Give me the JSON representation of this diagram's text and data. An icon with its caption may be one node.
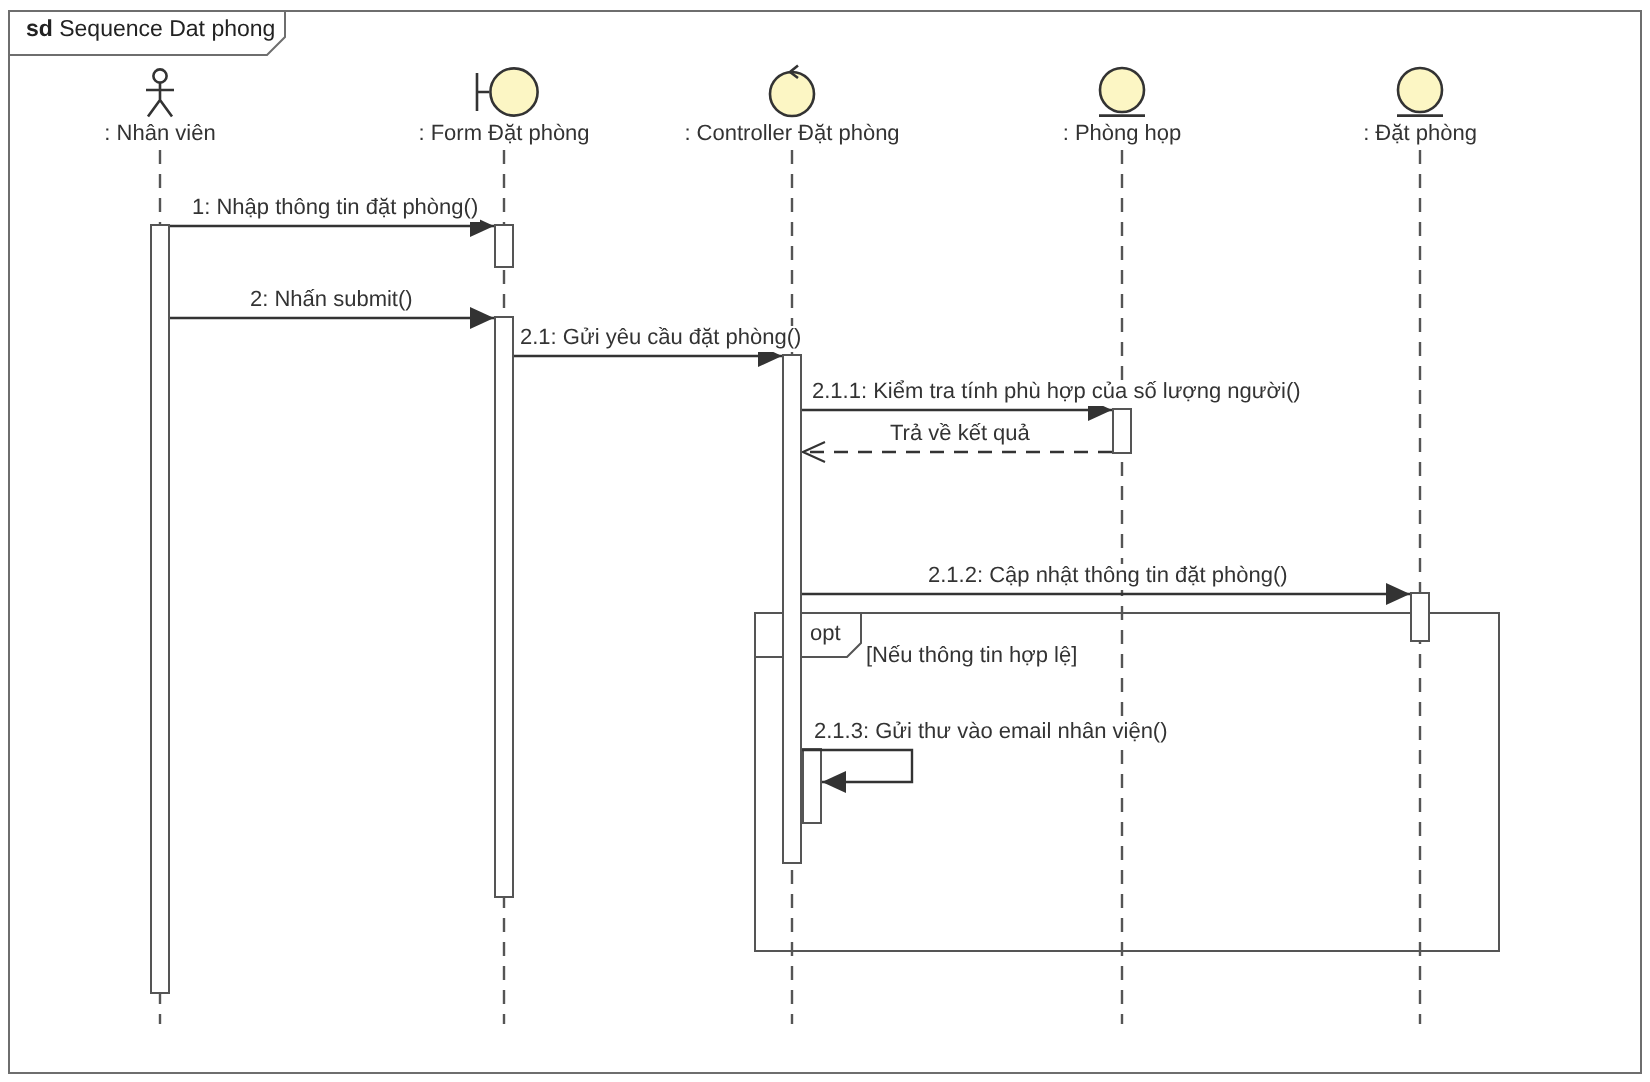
{
  "diagram": {
    "nodes": [
      {
        "text": [
          "**sd** Sequence Dat phong"
        ]
      },
      {
        "text": [
          ": Nhân viên"
        ],
        "in": 0
      },
      {
        "text": [
          ": Form Đặt phòng"
        ],
        "in": 0
      },
      {
        "text": [
          ": Controller Đặt phòng"
        ],
        "in": 0
      },
      {
        "text": [
          ": Phòng họp"
        ],
        "in": 0
      },
      {
        "text": [
          ": Đặt phòng"
        ],
        "in": 0
      },
      {
        "text": [],
        "shape": "bar",
        "in": 0
      },
      {
        "text": [],
        "shape": "bar",
        "in": 0
      },
      {
        "text": [],
        "shape": "bar",
        "in": 0
      },
      {
        "text": [],
        "shape": "bar",
        "in": 0
      },
      {
        "text": [],
        "shape": "bar",
        "in": 0
      },
      {
        "text": [],
        "shape": "bar",
        "in": 0
      },
      {
        "text": [
          "opt",
          "[Nếu thông tin hợp lệ]"
        ],
        "in": 0
      },
      {
        "text": [],
        "shape": "bar",
        "in": 12
      }
    ],
    "edges": [
      {
        "from": 6,
        "to": 7,
        "arrow": "to",
        "label": "1: Nhập thông tin đặt phòng()"
      },
      {
        "from": 6,
        "to": 8,
        "arrow": "to",
        "label": "2: Nhấn submit()"
      },
      {
        "from": 8,
        "to": 9,
        "arrow": "to",
        "label": "2.1: Gửi yêu cầu đặt phòng()"
      },
      {
        "from": 9,
        "to": 10,
        "arrow": "to",
        "label": "2.1.1: Kiểm tra tính phù hợp của số lượng người()"
      },
      {
        "from": 10,
        "to": 9,
        "arrow": "to",
        "label": "Trả về kết quả",
        "style": "dashed"
      },
      {
        "from": 9,
        "to": 11,
        "arrow": "to",
        "label": "2.1.2: Cập nhật thông tin đặt phòng()"
      },
      {
        "from": 9,
        "to": 13,
        "arrow": "to",
        "label": "2.1.3: Gửi thư vào email nhân viện()"
      }
    ]
  }
}
